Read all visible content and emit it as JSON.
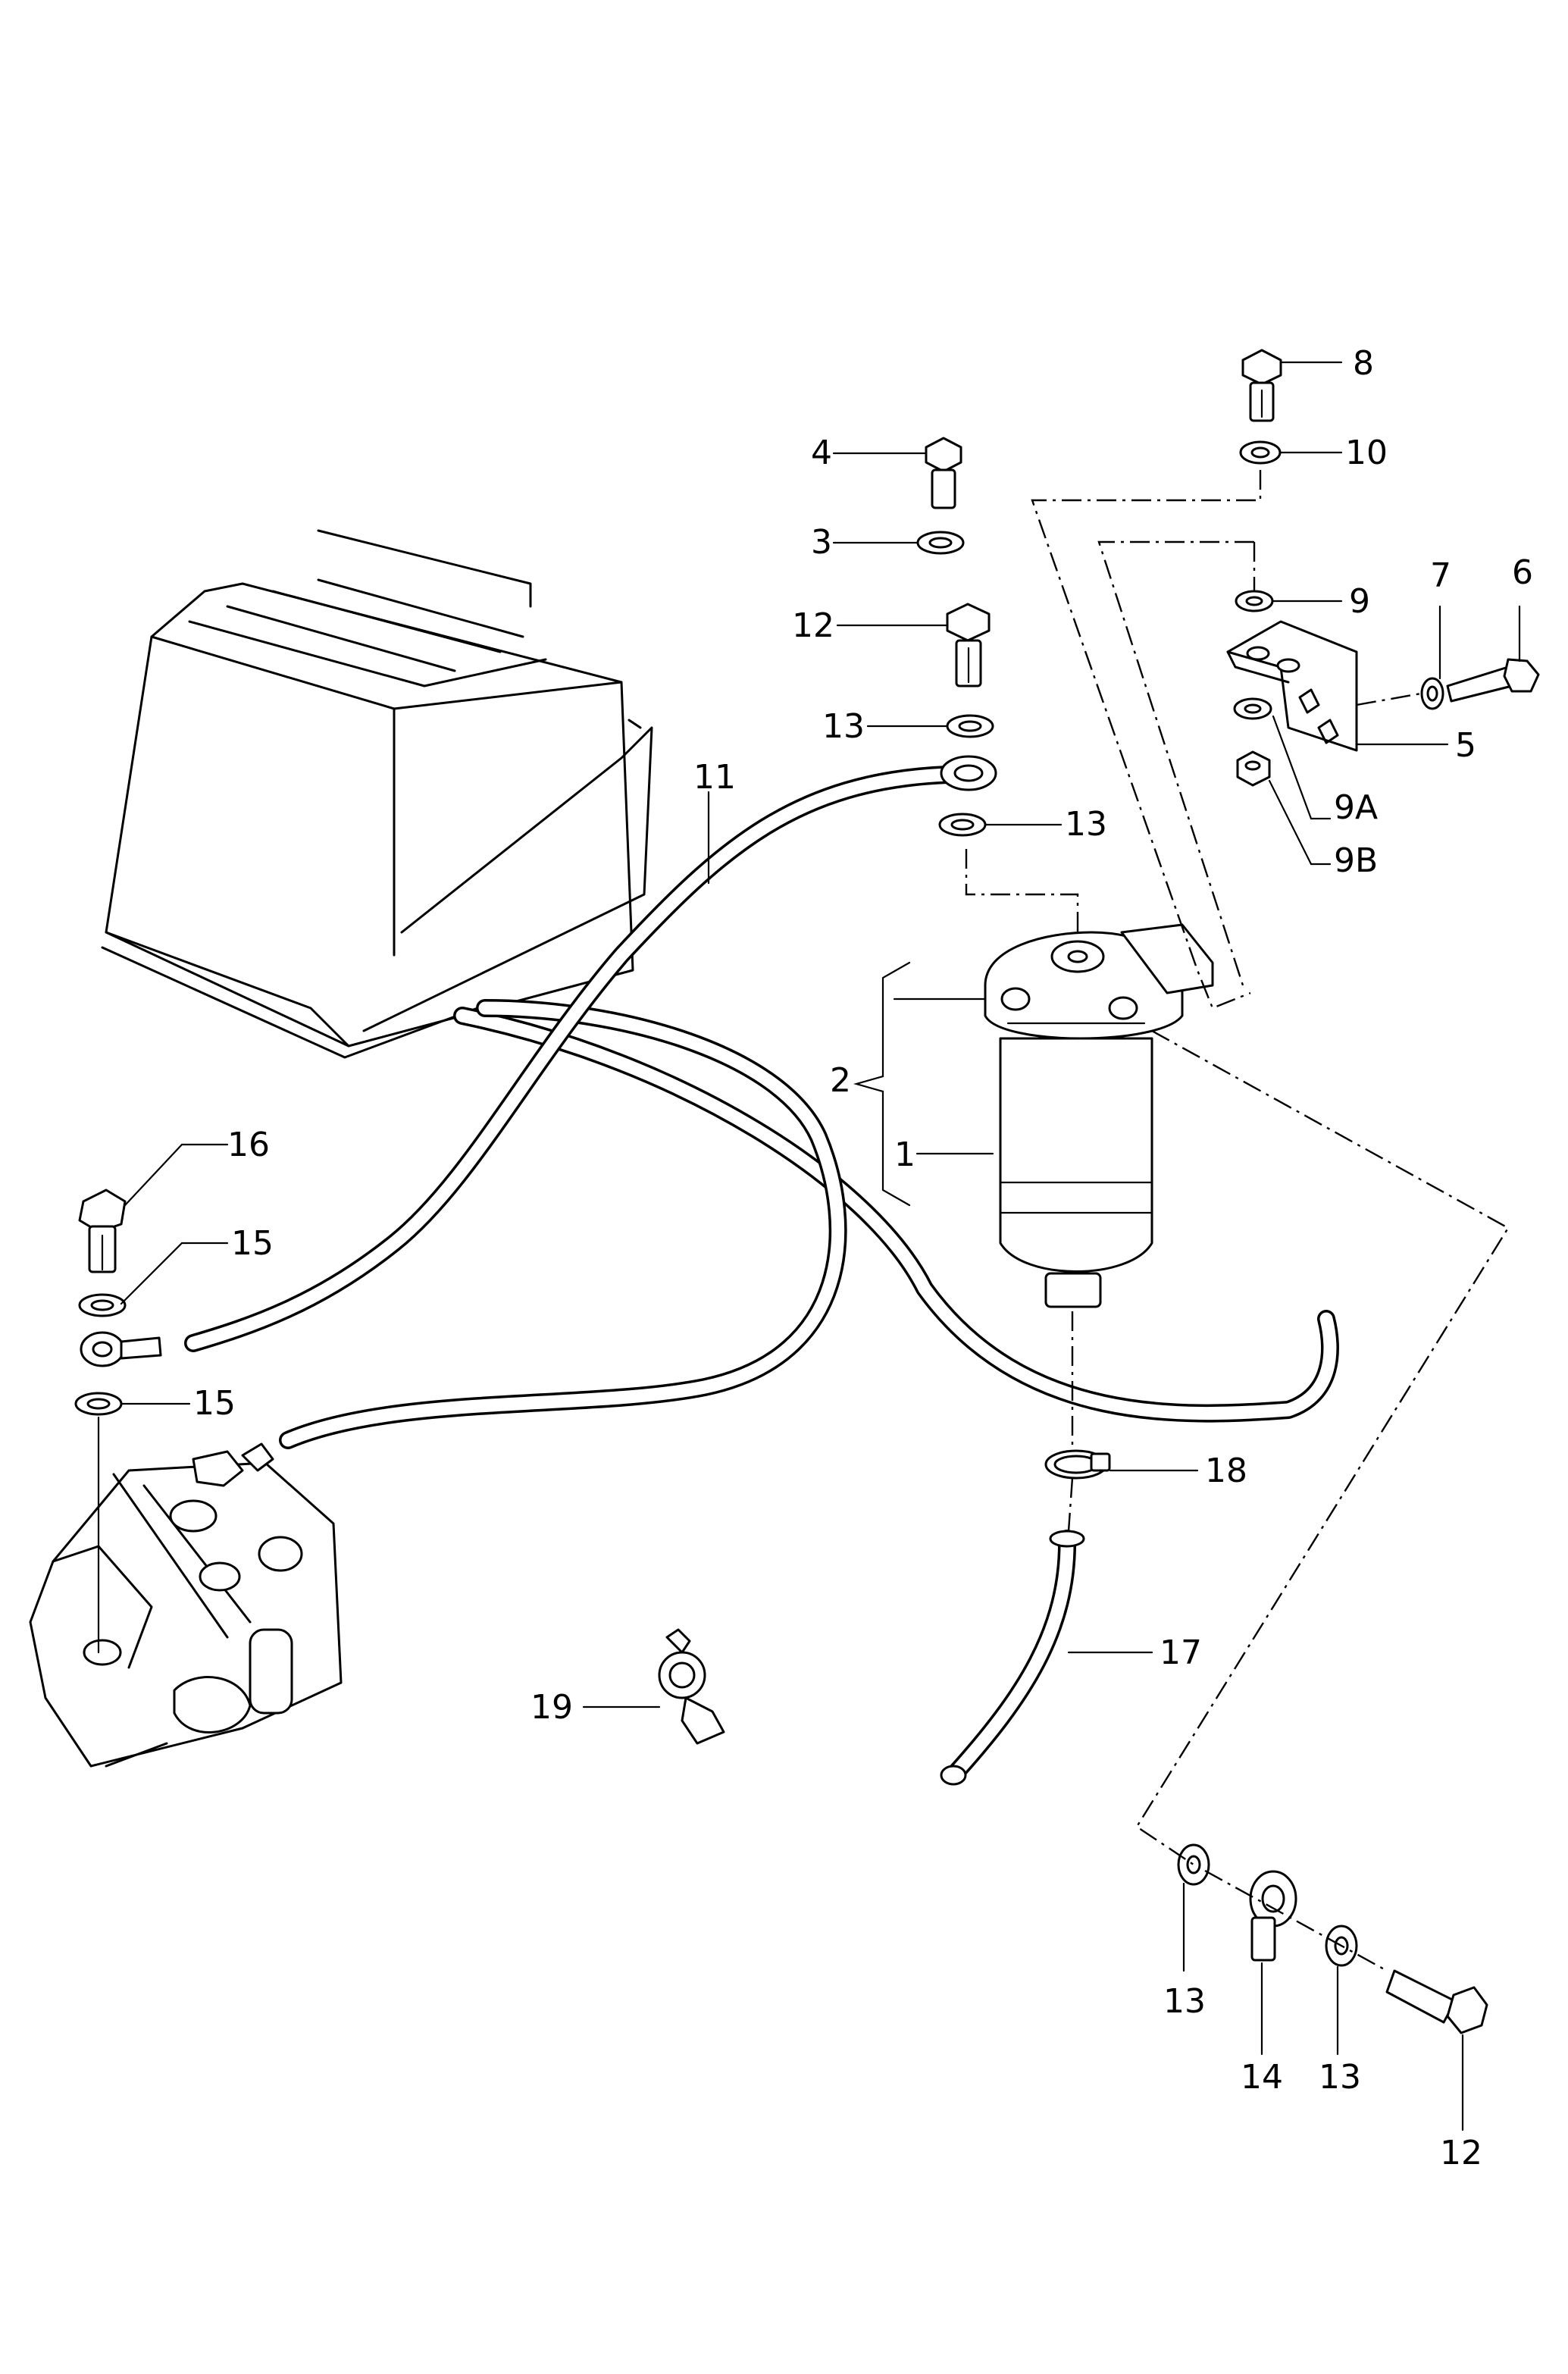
{
  "callouts": [
    {
      "id": "label-1",
      "text": "1"
    },
    {
      "id": "label-2",
      "text": "2"
    },
    {
      "id": "label-3",
      "text": "3"
    },
    {
      "id": "label-4",
      "text": "4"
    },
    {
      "id": "label-5",
      "text": "5"
    },
    {
      "id": "label-6",
      "text": "6"
    },
    {
      "id": "label-7",
      "text": "7"
    },
    {
      "id": "label-8",
      "text": "8"
    },
    {
      "id": "label-9",
      "text": "9"
    },
    {
      "id": "label-9a",
      "text": "9A"
    },
    {
      "id": "label-9b",
      "text": "9B"
    },
    {
      "id": "label-10",
      "text": "10"
    },
    {
      "id": "label-11",
      "text": "11"
    },
    {
      "id": "label-12-top",
      "text": "12"
    },
    {
      "id": "label-12-bottom",
      "text": "12"
    },
    {
      "id": "label-13-a",
      "text": "13"
    },
    {
      "id": "label-13-b",
      "text": "13"
    },
    {
      "id": "label-13-c",
      "text": "13"
    },
    {
      "id": "label-13-d",
      "text": "13"
    },
    {
      "id": "label-14",
      "text": "14"
    },
    {
      "id": "label-15-a",
      "text": "15"
    },
    {
      "id": "label-15-b",
      "text": "15"
    },
    {
      "id": "label-16",
      "text": "16"
    },
    {
      "id": "label-17",
      "text": "17"
    },
    {
      "id": "label-18",
      "text": "18"
    },
    {
      "id": "label-19",
      "text": "19"
    }
  ]
}
